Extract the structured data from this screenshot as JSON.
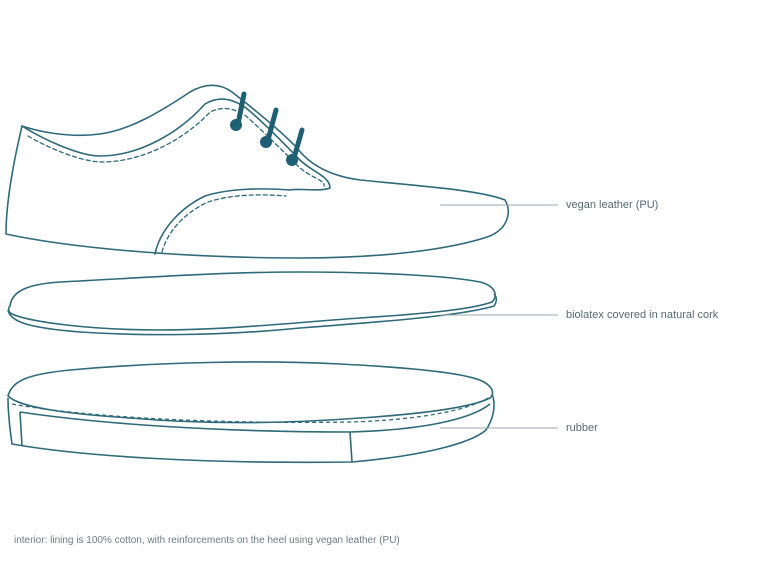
{
  "colors": {
    "outline": "#2f6a7a",
    "lace": "#1f5f73",
    "leader": "#9aa8ad",
    "text": "#556b72"
  },
  "layers": [
    {
      "id": "upper",
      "label": "vegan leather (PU)",
      "icon": "shoe-upper-icon"
    },
    {
      "id": "insole",
      "label": "biolatex covered in natural cork",
      "icon": "insole-icon"
    },
    {
      "id": "sole",
      "label": "rubber",
      "icon": "rubber-sole-icon"
    }
  ],
  "footnote": "interior: lining is 100% cotton, with reinforcements on the heel using vegan leather (PU)"
}
